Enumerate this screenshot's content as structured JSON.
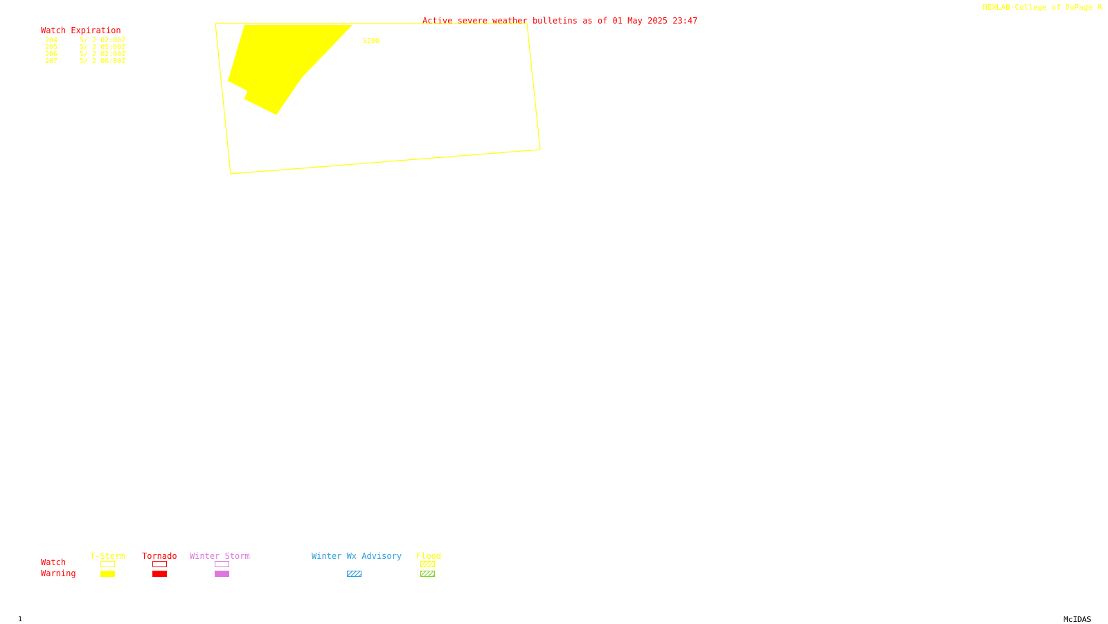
{
  "header": {
    "title": "Active severe weather bulletins as of 01 May 2025 23:47",
    "credit": "NEXLAB-College of DuPage R"
  },
  "watch_expiration": {
    "heading": "Watch Expiration",
    "rows": [
      {
        "id": "204",
        "time": "5/ 2 02:00Z"
      },
      {
        "id": "205",
        "time": "5/ 2 05:00Z"
      },
      {
        "id": "206",
        "time": "5/ 2 02:00Z"
      },
      {
        "id": "207",
        "time": "5/ 2 06:00Z"
      }
    ]
  },
  "map": {
    "watch_label": "S206"
  },
  "legend": {
    "row_labels": {
      "watch": "Watch",
      "warning": "Warning"
    },
    "columns": [
      {
        "label": "T-Storm",
        "color": "#ffff00",
        "watch": "outline",
        "warning": "filled"
      },
      {
        "label": "Tornado",
        "color": "#ff0000",
        "watch": "outline",
        "warning": "filled"
      },
      {
        "label": "Winter Storm",
        "color": "#dd77dd",
        "watch": "outline",
        "warning": "filled"
      },
      {
        "label": "Winter Wx Advisory",
        "color": "#2a9fe0",
        "warning": "hatched"
      },
      {
        "label": "Flood",
        "color": "#ffff00",
        "watch": "hatched",
        "warning": "hatched-green"
      }
    ]
  },
  "footer": {
    "frame": "1",
    "software": "McIDAS"
  },
  "colors": {
    "red": "#ff0000",
    "yellow": "#ffff00",
    "violet": "#dd77dd",
    "blue": "#2a9fe0",
    "green": "#7ed321",
    "background": "#ffffff"
  }
}
